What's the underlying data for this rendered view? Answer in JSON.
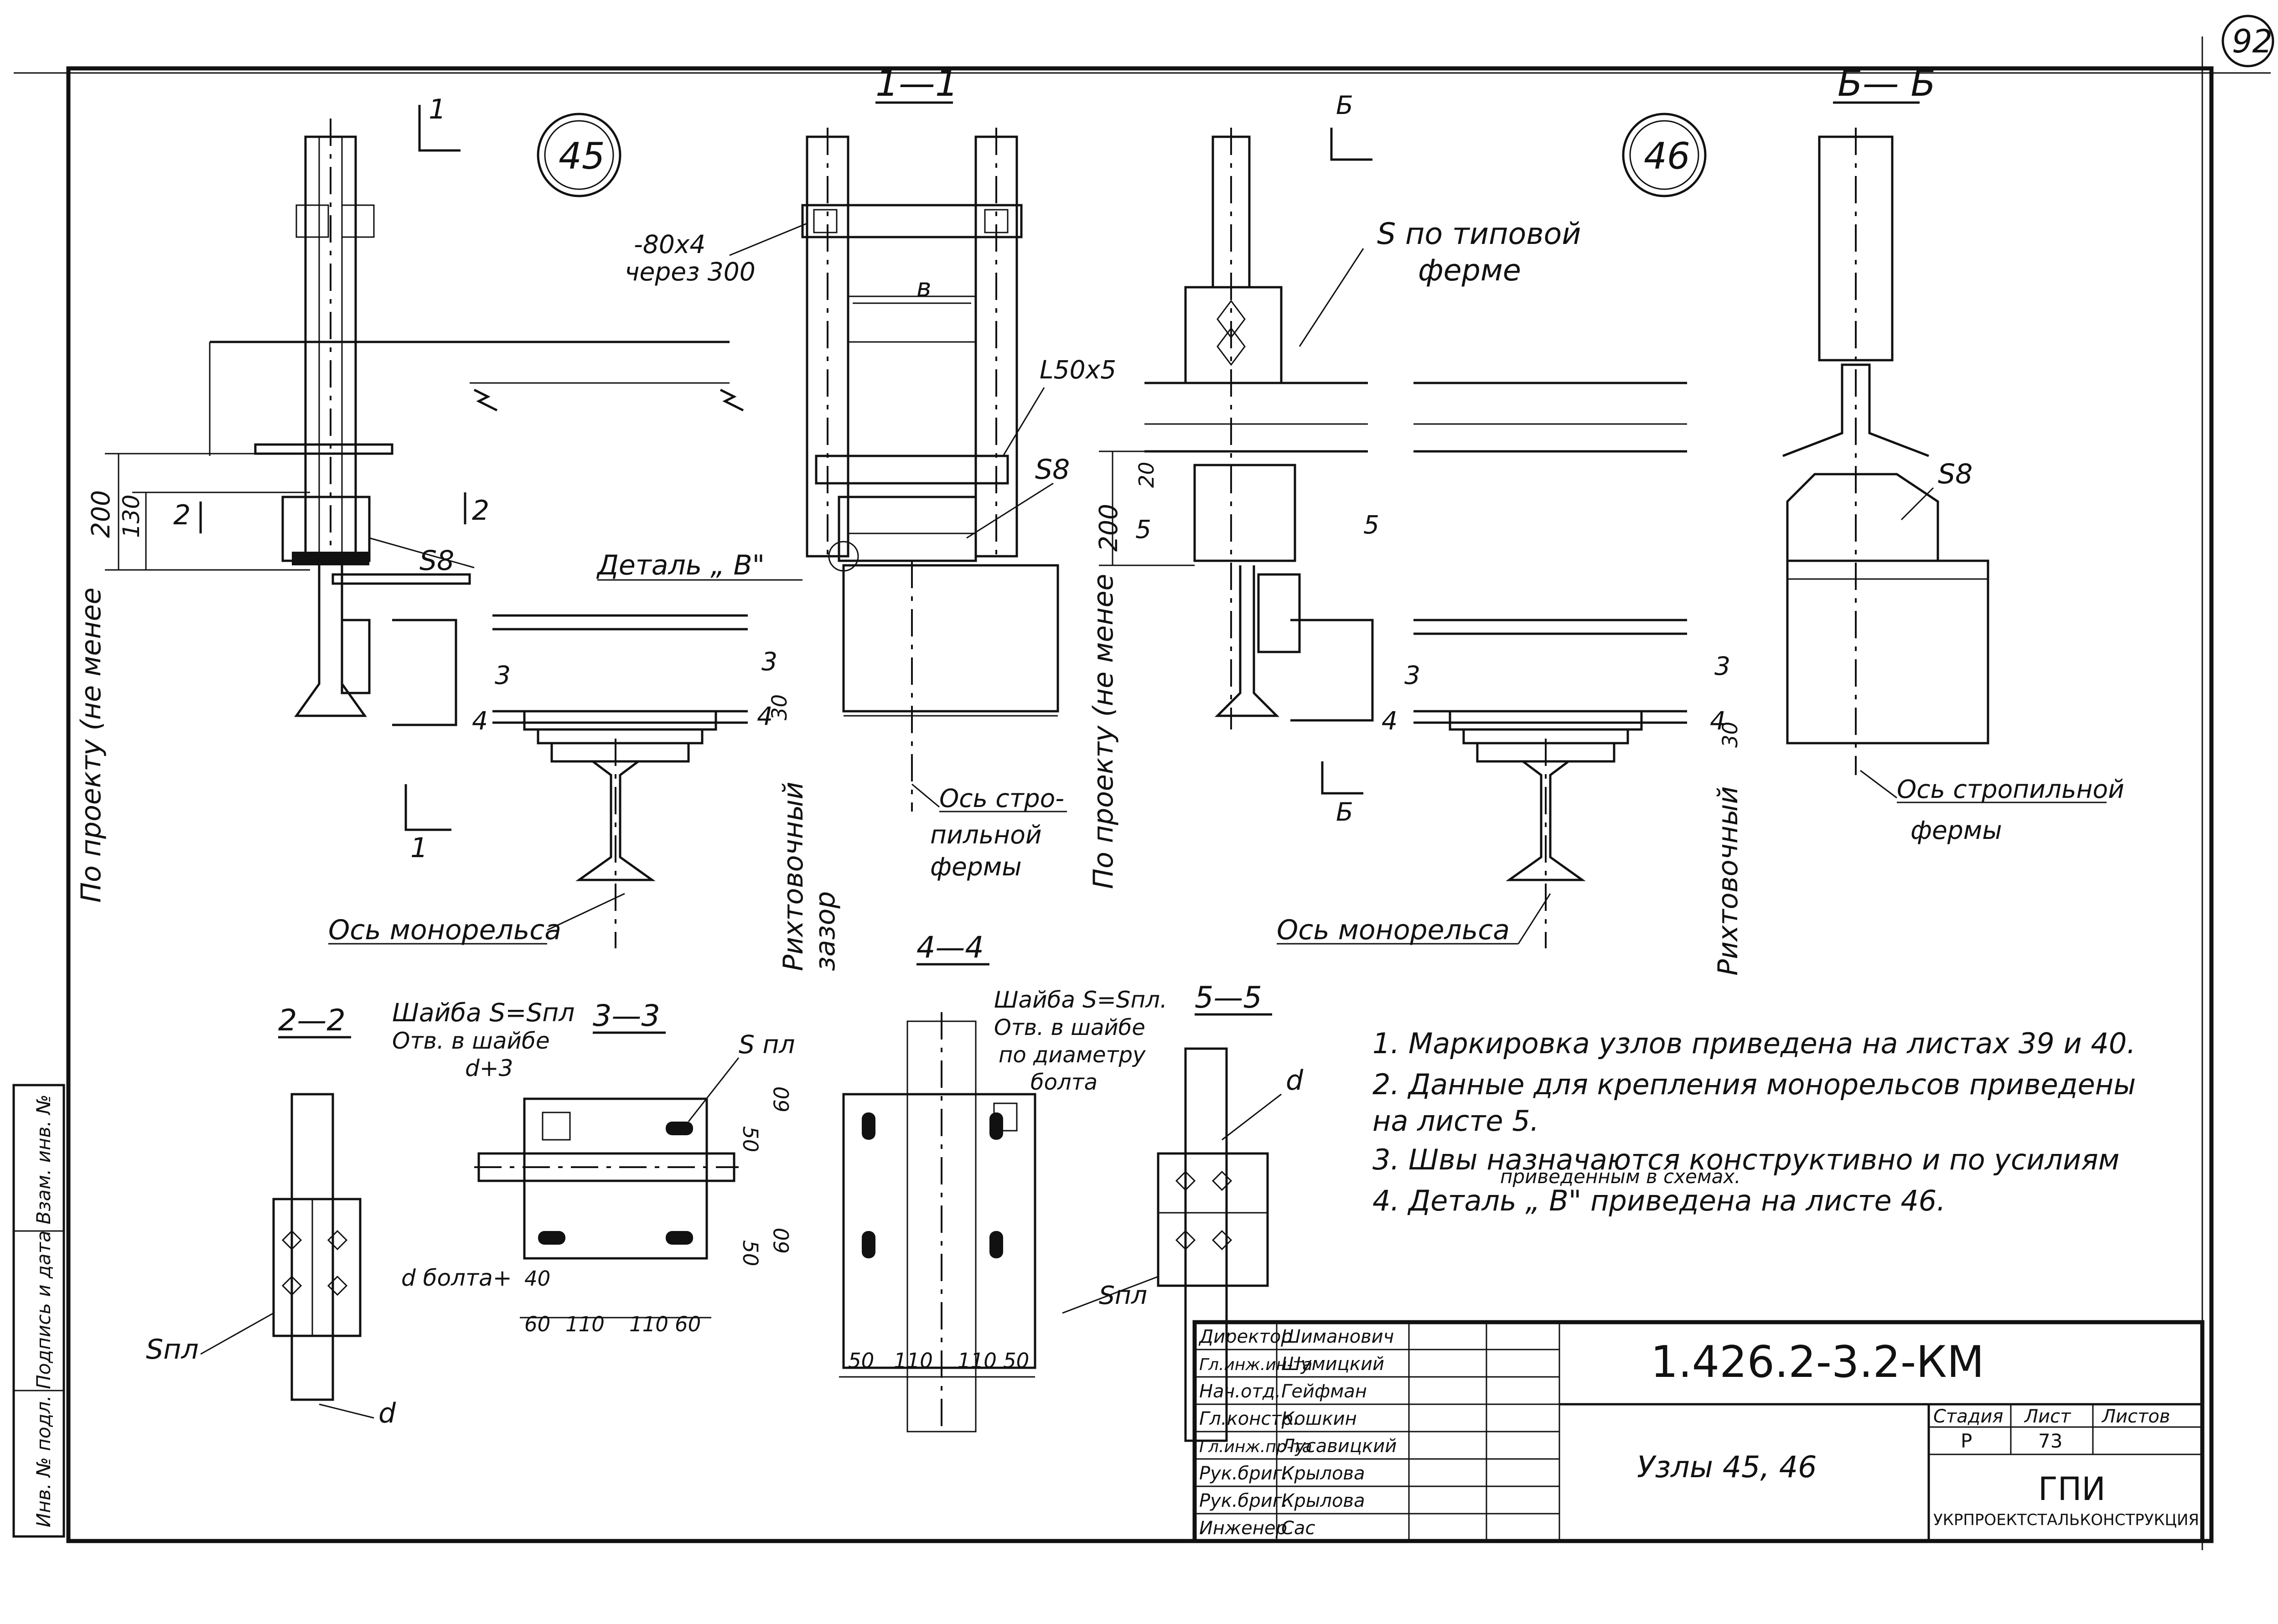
{
  "sheet_number": "92",
  "node_marks": [
    "45",
    "46"
  ],
  "sections": {
    "s11": "1—1",
    "s66": "Б— Б",
    "s22": "2—2",
    "s33": "3—3",
    "s44": "4—4",
    "s55": "5—5"
  },
  "cut_marks": {
    "one": "1",
    "two": "2",
    "three": "3",
    "four": "4",
    "five": "5",
    "b": "Б"
  },
  "labels": {
    "strip": "-80x4",
    "strip_step": "через 300",
    "b_mark": "в",
    "angle": "L50x5",
    "s8": "S8",
    "detail_b": "Деталь „ В\"",
    "s_truss_1": "S по типовой",
    "s_truss_2": "ферме",
    "axis_truss_1a": "Ось стро-",
    "axis_truss_1b": "пильной",
    "axis_truss_1c": "фермы",
    "axis_truss_2a": "Ось стропильной",
    "axis_truss_2b": "фермы",
    "axis_monorail": "Ось монорельса",
    "gap": "Рихтовочный",
    "gap2": "зазор",
    "by_project": "По проекту (не менее",
    "washer_1a": "Шайба S=Sпл",
    "washer_1b": "Отв. в шайбе",
    "washer_1c": "d+3",
    "washer_2a": "Шайба S=Sпл.",
    "washer_2b": "Отв. в шайбе",
    "washer_2c": "по диаметру",
    "washer_2d": "болта",
    "s_pl": "S пл",
    "s_pl_short": "Sпл",
    "d": "d",
    "d_bolt": "d болта+"
  },
  "dims": {
    "d200": "200",
    "d130": "130",
    "d20": "20",
    "d30": "30",
    "d40": "40",
    "d50": "50",
    "d60": "60",
    "d110": "110"
  },
  "notes": [
    "1.  Маркировка  узлов приведена на листах 39 и 40.",
    "2. Данные для крепления монорельсов приведены",
    "    на листе 5.",
    "3. Швы назначаются конструктивно и по усилиям",
    "4. Деталь „ В\" приведена  на листе 46."
  ],
  "note3_sub": "приведенным в схемах.",
  "side_stamp": "Инв. № подл.   Подпись и дата   Взам. инв. №",
  "title_block": {
    "code": "1.426.2-3.2-КМ",
    "title": "Узлы 45, 46",
    "stage_label": "Стадия",
    "sheet_label": "Лист",
    "sheets_label": "Листов",
    "stage": "Р",
    "sheet": "73",
    "org_1": "ГПИ",
    "org_2": "УКРПРОЕКТСТАЛЬКОНСТРУКЦИЯ",
    "roles": [
      {
        "role": "Директор",
        "name": "Шиманович"
      },
      {
        "role": "Гл.инж.ин-та",
        "name": "Шумицкий"
      },
      {
        "role": "Нач.отд.",
        "name": "Гейфман"
      },
      {
        "role": "Гл.констр.",
        "name": "Кошкин"
      },
      {
        "role": "Гл.инж.пр-та",
        "name": "Лусавицкий"
      },
      {
        "role": "Рук.бриг.",
        "name": "Крылова"
      },
      {
        "role": "Рук.бриг.",
        "name": "Крылова"
      },
      {
        "role": "Инженер",
        "name": "Сас"
      }
    ]
  }
}
